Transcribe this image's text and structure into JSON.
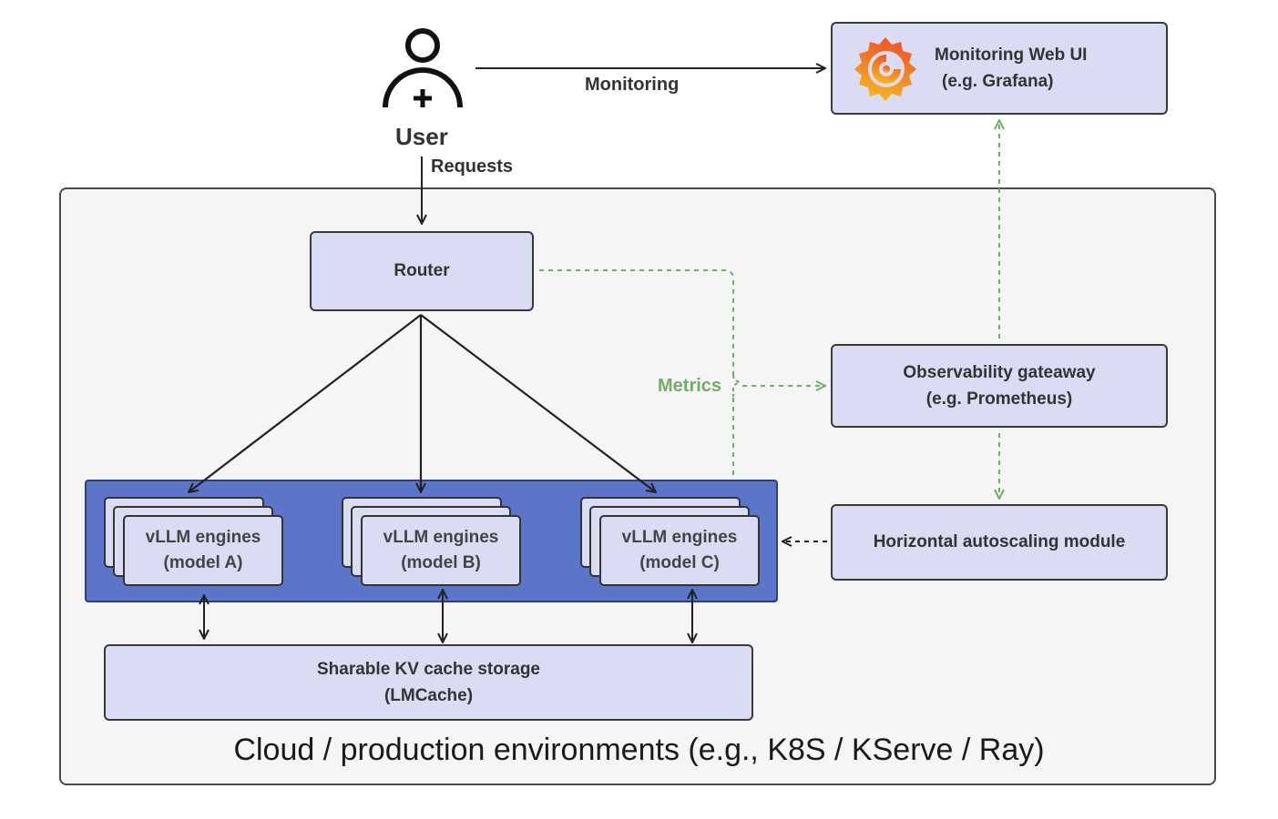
{
  "user": {
    "label": "User"
  },
  "edges": {
    "monitoring": "Monitoring",
    "requests": "Requests",
    "metrics": "Metrics"
  },
  "monitoring_ui": {
    "line1": "Monitoring Web UI",
    "line2": "(e.g. Grafana)"
  },
  "router": {
    "label": "Router"
  },
  "observability": {
    "line1": "Observability gateaway",
    "line2": "(e.g. Prometheus)"
  },
  "autoscaler": {
    "label": "Horizontal autoscaling module"
  },
  "engines": [
    {
      "line1": "vLLM engines",
      "line2": "(model A)"
    },
    {
      "line1": "vLLM engines",
      "line2": "(model B)"
    },
    {
      "line1": "vLLM engines",
      "line2": "(model C)"
    }
  ],
  "kv_cache": {
    "line1": "Sharable KV cache storage",
    "line2": "(LMCache)"
  },
  "environment": {
    "caption": "Cloud / production environments (e.g., K8S / KServe / Ray)"
  },
  "colors": {
    "box_fill": "#d9dcf3",
    "engine_group_fill": "#5b76c8",
    "metrics_green": "#6fae67",
    "env_fill": "#f5f5f5"
  }
}
